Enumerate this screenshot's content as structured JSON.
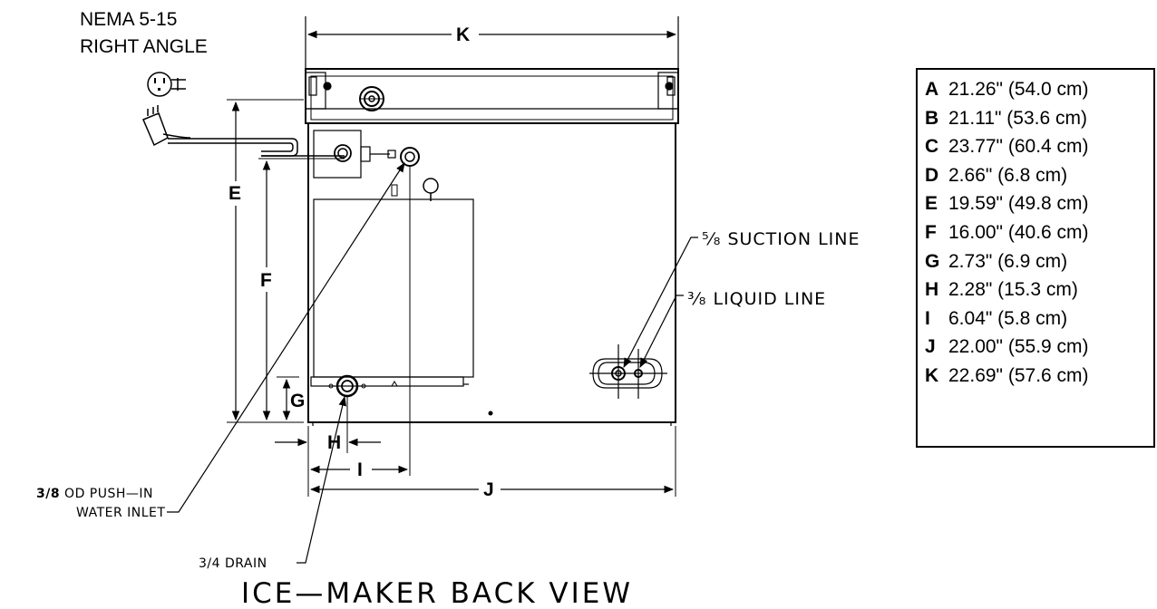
{
  "plug": {
    "line1": "NEMA 5-15",
    "line2": "RIGHT ANGLE"
  },
  "dimension_letters": {
    "a": "A",
    "b": "B",
    "c": "C",
    "d": "D",
    "e": "E",
    "f": "F",
    "g": "G",
    "h": "H",
    "i": "I",
    "j": "J",
    "k": "K"
  },
  "callouts": {
    "suction_line": "⁵⁄₈ SUCTION LINE",
    "liquid_line": "³⁄₈ LIQUID LINE",
    "water_inlet_line1_bold": "3/8",
    "water_inlet_line1_rest": " OD PUSH—IN",
    "water_inlet_line2": "WATER INLET",
    "drain": "3/4 DRAIN"
  },
  "title": "ICE—MAKER BACK VIEW",
  "legend": [
    {
      "letter": "A",
      "value": "21.26\" (54.0  cm)"
    },
    {
      "letter": "B",
      "value": "21.11\" (53.6  cm)"
    },
    {
      "letter": "C",
      "value": "23.77\" (60.4  cm)"
    },
    {
      "letter": "D",
      "value": "2.66\" (6.8 cm)"
    },
    {
      "letter": "E",
      "value": "19.59\" (49.8  cm)"
    },
    {
      "letter": "F",
      "value": "16.00\" (40.6  cm)"
    },
    {
      "letter": "G",
      "value": "2.73\" (6.9 cm)"
    },
    {
      "letter": "H",
      "value": "2.28\" (15.3 cm)"
    },
    {
      "letter": "I",
      "value": "6.04\" (5.8 cm)"
    },
    {
      "letter": "J",
      "value": "22.00\" (55.9 cm)"
    },
    {
      "letter": "K",
      "value": "22.69\" (57.6 cm)"
    }
  ]
}
